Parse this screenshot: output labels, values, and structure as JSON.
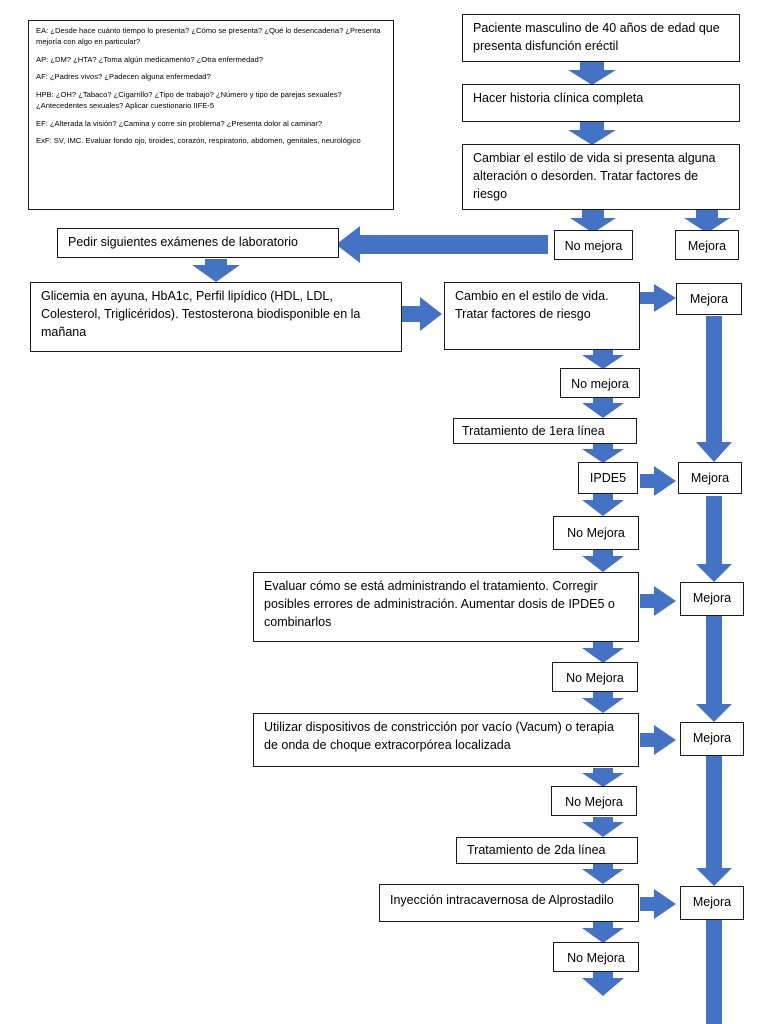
{
  "colors": {
    "arrow": "#4472C4",
    "border": "#1a1a1a",
    "text": "#000000",
    "background": "#ffffff"
  },
  "notes": {
    "ea": "EA: ¿Desde hace cuánto tiempo lo presenta? ¿Cómo se presenta? ¿Qué lo desencadena? ¿Presenta mejoría con algo en particular?",
    "ap": "AP: ¿DM? ¿HTA? ¿Toma algún medicamento? ¿Otra enfermedad?",
    "af": "AF: ¿Padres vivos? ¿Padecen alguna enfermedad?",
    "hpb": "HPB: ¿OH? ¿Tabaco? ¿Cigarrillo? ¿Tipo de trabajo? ¿Número y tipo de parejas sexuales? ¿Antecedentes sexuales? Aplicar cuestionario IIFE-5",
    "ef": "EF: ¿Alterada la visión? ¿Camina y corre sin problema? ¿Presenta dolor al caminar?",
    "exf": "ExF: SV, IMC. Evaluar fondo ojo, tiroides, corazón, respiratorio, abdomen, genitales, neurológico"
  },
  "boxes": {
    "patient": "Paciente masculino de 40 años de edad que presenta disfunción eréctil",
    "history": "Hacer historia clínica completa",
    "lifestyle": "Cambiar el estilo de vida si presenta alguna alteración o desorden. Tratar factores de riesgo",
    "no_mejora_1": "No mejora",
    "mejora_1": "Mejora",
    "labs_request": "Pedir siguientes exámenes de laboratorio",
    "labs_list": "Glicemia en ayuna, HbA1c, Perfil lipídico (HDL, LDL, Colesterol, Triglicéridos). Testosterona biodisponible en la mañana",
    "lifestyle_2": "Cambio en el estilo de vida. Tratar factores de riesgo",
    "mejora_2": "Mejora",
    "no_mejora_2": "No mejora",
    "first_line": "Tratamiento de 1era línea",
    "ipde5": "IPDE5",
    "mejora_3": "Mejora",
    "no_mejora_3": "No Mejora",
    "evaluate": "Evaluar cómo se está administrando el tratamiento. Corregir posibles errores de administración. Aumentar dosis de IPDE5 o combinarlos",
    "mejora_4": "Mejora",
    "no_mejora_4": "No Mejora",
    "devices": "Utilizar dispositivos de constricción por vacío (Vacum) o terapia de onda de choque extracorpórea localizada",
    "mejora_5": "Mejora",
    "no_mejora_5": "No Mejora",
    "second_line": "Tratamiento de 2da línea",
    "injection": "Inyección intracavernosa de Alprostadilo",
    "mejora_6": "Mejora",
    "no_mejora_6": "No Mejora"
  }
}
